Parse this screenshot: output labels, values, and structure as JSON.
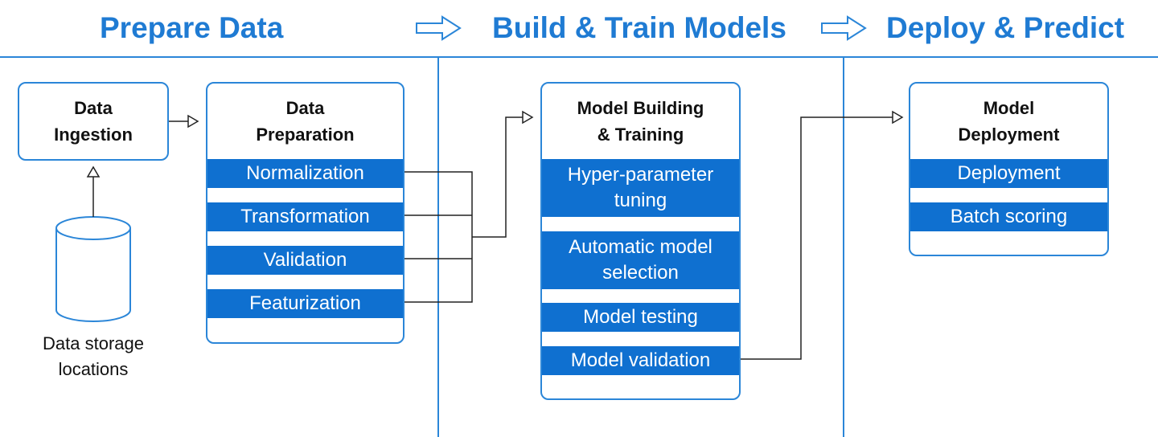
{
  "stages": {
    "prepare": "Prepare Data",
    "build": "Build & Train Models",
    "deploy": "Deploy & Predict"
  },
  "boxes": {
    "ingestion": {
      "title": "Data\nIngestion"
    },
    "preparation": {
      "title": "Data\nPreparation",
      "items": [
        "Normalization",
        "Transformation",
        "Validation",
        "Featurization"
      ]
    },
    "building": {
      "title": "Model Building\n& Training",
      "items": [
        "Hyper-parameter\ntuning",
        "Automatic model\nselection",
        "Model testing",
        "Model validation"
      ]
    },
    "deployment": {
      "title": "Model\nDeployment",
      "items": [
        "Deployment",
        "Batch scoring"
      ]
    }
  },
  "storage": {
    "label": "Data storage\nlocations"
  },
  "colors": {
    "accent": "#1f7bd3",
    "bar": "#0f70d0",
    "line": "#2b86d8",
    "connector": "#222222"
  }
}
